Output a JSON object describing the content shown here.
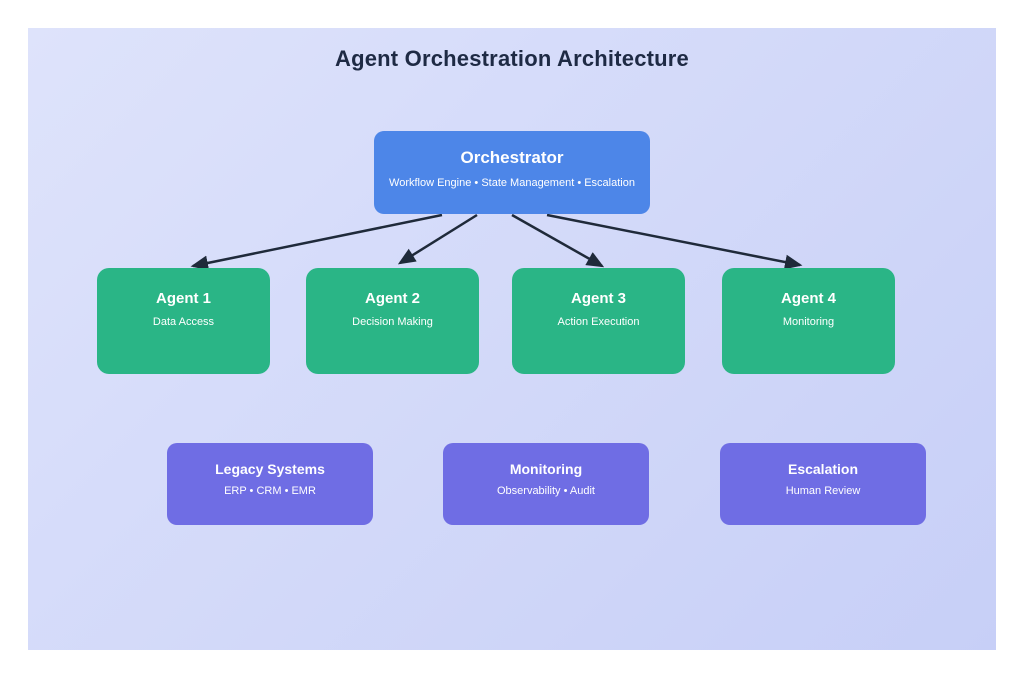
{
  "page": {
    "title": "Agent Orchestration Architecture"
  },
  "colors": {
    "canvas-start": "#dee3fb",
    "canvas-end": "#c7cff7",
    "orchestrator": "#4d86e8",
    "agent": "#2ab586",
    "system": "#6f6de4",
    "arrow": "#1f2a3a",
    "title-text": "#1e2a44",
    "box-text": "#ffffff"
  },
  "orchestrator": {
    "title": "Orchestrator",
    "subtitle": "Workflow Engine • State Management • Escalation"
  },
  "agents": [
    {
      "title": "Agent 1",
      "subtitle": "Data Access"
    },
    {
      "title": "Agent 2",
      "subtitle": "Decision Making"
    },
    {
      "title": "Agent 3",
      "subtitle": "Action Execution"
    },
    {
      "title": "Agent 4",
      "subtitle": "Monitoring"
    }
  ],
  "systems": [
    {
      "title": "Legacy Systems",
      "subtitle": "ERP • CRM • EMR"
    },
    {
      "title": "Monitoring",
      "subtitle": "Observability • Audit"
    },
    {
      "title": "Escalation",
      "subtitle": "Human Review"
    }
  ]
}
